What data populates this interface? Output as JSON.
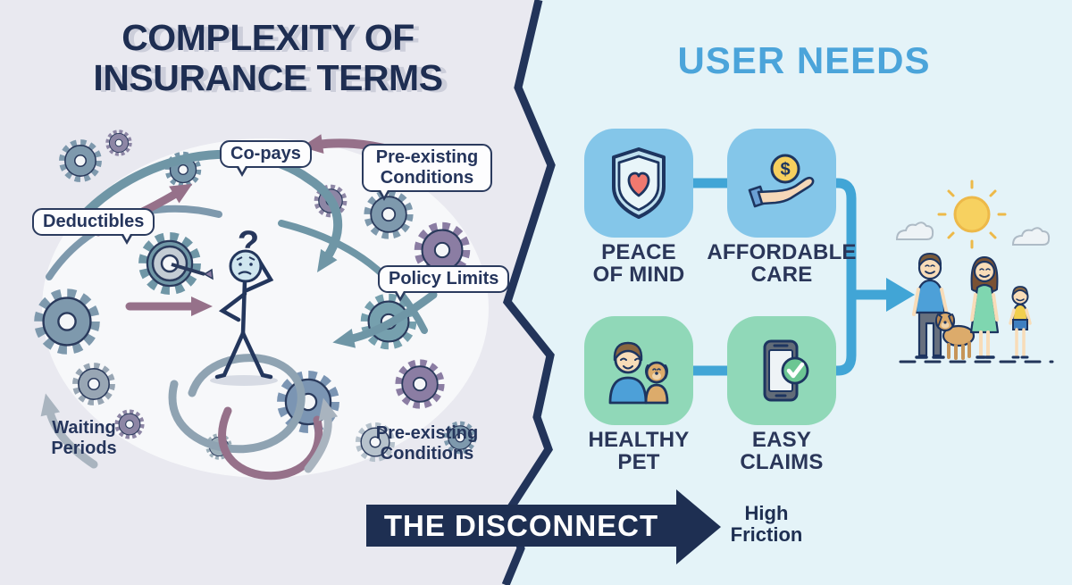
{
  "left_panel": {
    "title": "COMPLEXITY OF INSURANCE TERMS",
    "labels": {
      "co_pays": "Co-pays",
      "pre_existing_top": "Pre-existing Conditions",
      "deductibles": "Deductibles",
      "policy_limits": "Policy Limits",
      "waiting_periods": "Waiting Periods",
      "pre_existing_bottom": "Pre-existing Conditions"
    },
    "figure": {
      "question_mark": "?"
    }
  },
  "right_panel": {
    "title": "USER NEEDS",
    "needs": [
      {
        "id": "peace-of-mind",
        "line1": "PEACE",
        "line2": "OF MIND",
        "icon": "shield-heart-icon",
        "tile_color": "#84c6e9"
      },
      {
        "id": "affordable-care",
        "line1": "AFFORDABLE",
        "line2": "CARE",
        "icon": "hand-coin-icon",
        "tile_color": "#84c6e9"
      },
      {
        "id": "healthy-pet",
        "line1": "HEALTHY",
        "line2": "PET",
        "icon": "person-dog-icon",
        "tile_color": "#90d8b8"
      },
      {
        "id": "easy-claims",
        "line1": "EASY",
        "line2": "CLAIMS",
        "icon": "phone-check-icon",
        "tile_color": "#90d8b8"
      }
    ],
    "icons": {
      "dollar_sign": "$"
    }
  },
  "banner": {
    "label": "THE DISCONNECT",
    "side_note": "High Friction"
  },
  "colors": {
    "left_background": "#e9e9f0",
    "right_background": "#e4f3f8",
    "navy": "#22355a",
    "banner_navy": "#1e2f52",
    "title_navy": "#1e2e52",
    "user_needs_blue": "#4ba4da",
    "connector_blue": "#41a5d6",
    "tile_blue": "#84c6e9",
    "tile_green": "#90d8b8",
    "heart_coral": "#f0796f",
    "coin_yellow": "#f6cf5e",
    "check_green": "#6cc693"
  }
}
